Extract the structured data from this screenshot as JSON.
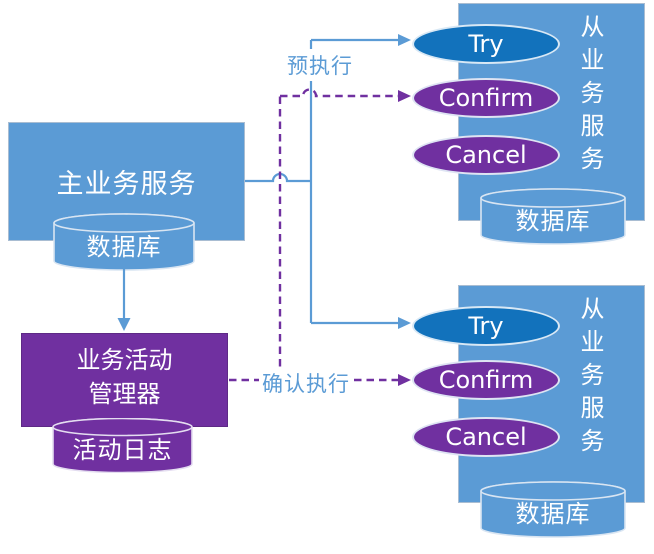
{
  "diagram": {
    "main_service": {
      "label": "主业务服务",
      "db_label": "数据库"
    },
    "activity_manager": {
      "line1": "业务活动",
      "line2": "管理器",
      "log_label": "活动日志"
    },
    "edges": {
      "pre_execute": "预执行",
      "confirm_execute": "确认执行"
    },
    "services": [
      {
        "title": "从业务服务",
        "try": "Try",
        "confirm": "Confirm",
        "cancel": "Cancel",
        "db_label": "数据库"
      },
      {
        "title": "从业务服务",
        "try": "Try",
        "confirm": "Confirm",
        "cancel": "Cancel",
        "db_label": "数据库"
      }
    ],
    "colors": {
      "light_blue": "#5B9BD5",
      "dark_blue": "#1272BC",
      "purple": "#7030A0",
      "text": "#FFFFFF"
    }
  }
}
